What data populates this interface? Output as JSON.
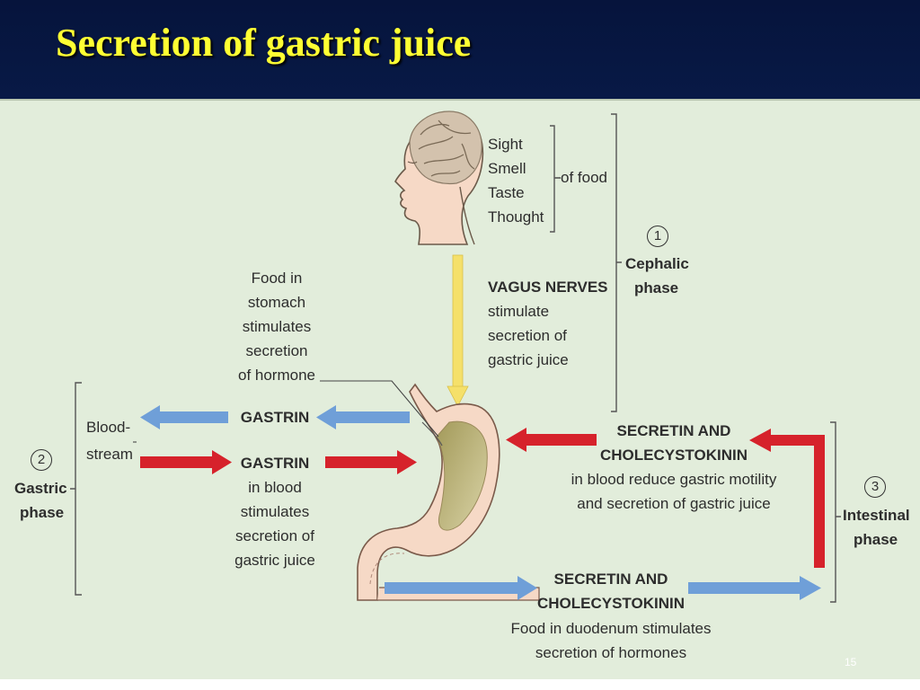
{
  "slide": {
    "title": "Secretion of gastric juice",
    "page_number": "15"
  },
  "colors": {
    "title": "#ffff33",
    "background": "#0b1f52",
    "panel": "#e2eddb",
    "blue_arrow": "#6f9fd8",
    "red_arrow": "#d6222b",
    "yellow_arrow": "#f5e06a",
    "tissue": "#f6d9c6"
  },
  "cephalic": {
    "senses": [
      "Sight",
      "Smell",
      "Taste",
      "Thought"
    ],
    "of_food": "of food",
    "number": "1",
    "phase_line1": "Cephalic",
    "phase_line2": "phase",
    "nerve_title": "VAGUS NERVES",
    "nerve_lines": [
      "stimulate",
      "secretion of",
      "gastric juice"
    ]
  },
  "gastric": {
    "food_lines": [
      "Food in",
      "stomach",
      "stimulates",
      "secretion",
      "of hormone"
    ],
    "blood_line1": "Blood-",
    "blood_line2": "stream",
    "gastrin_top": "GASTRIN",
    "gastrin_bottom": "GASTRIN",
    "gastrin_lines": [
      "in blood",
      "stimulates",
      "secretion of",
      "gastric juice"
    ],
    "number": "2",
    "phase_line1": "Gastric",
    "phase_line2": "phase"
  },
  "intestinal": {
    "hormone_top_line1": "SECRETIN AND",
    "hormone_top_line2": "CHOLECYSTOKININ",
    "effect_lines": [
      "in blood reduce gastric motility",
      "and secretion of gastric juice"
    ],
    "hormone_bottom_line1": "SECRETIN AND",
    "hormone_bottom_line2": "CHOLECYSTOKININ",
    "duodenum_lines": [
      "Food in duodenum stimulates",
      "secretion of hormones"
    ],
    "number": "3",
    "phase_line1": "Intestinal",
    "phase_line2": "phase"
  }
}
